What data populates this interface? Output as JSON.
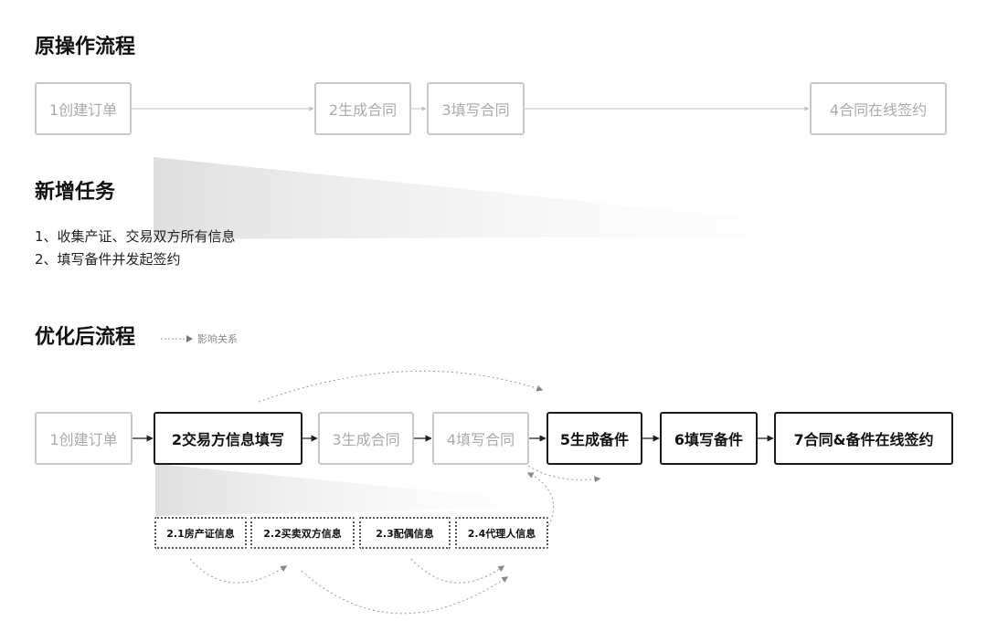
{
  "original_flow": {
    "title": "原操作流程",
    "nodes": [
      "1创建订单",
      "2生成合同",
      "3填写合同",
      "4合同在线签约"
    ]
  },
  "new_tasks": {
    "title": "新增任务",
    "items": [
      "1、收集产证、交易双方所有信息",
      "2、填写备件并发起签约"
    ]
  },
  "optimized_flow": {
    "title": "优化后流程",
    "legend_label": "影响关系",
    "nodes": [
      "1创建订单",
      "2交易方信息填写",
      "3生成合同",
      "4填写合同",
      "5生成备件",
      "6填写备件",
      "7合同&备件在线签约"
    ],
    "sub_nodes": [
      "2.1房产证信息",
      "2.2买卖双方信息",
      "2.3配偶信息",
      "2.4代理人信息"
    ]
  },
  "colors": {
    "muted_border": "#c8c8c8",
    "muted_text": "#aaaaaa",
    "strong_border": "#1a1a1a",
    "dashed_arrow": "#999999"
  }
}
